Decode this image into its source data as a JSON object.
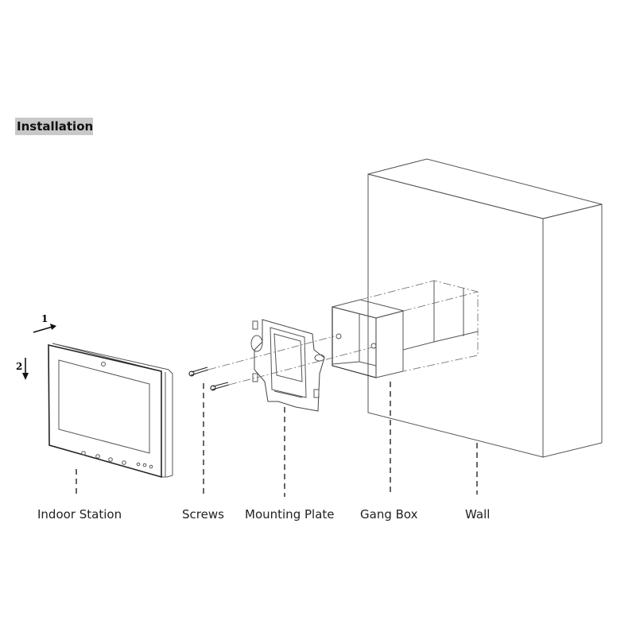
{
  "title": "Installation",
  "steps": [
    "1",
    "2"
  ],
  "labels": {
    "indoor_station": "Indoor Station",
    "screws": "Screws",
    "mounting_plate": "Mounting Plate",
    "gang_box": "Gang Box",
    "wall": "Wall"
  }
}
